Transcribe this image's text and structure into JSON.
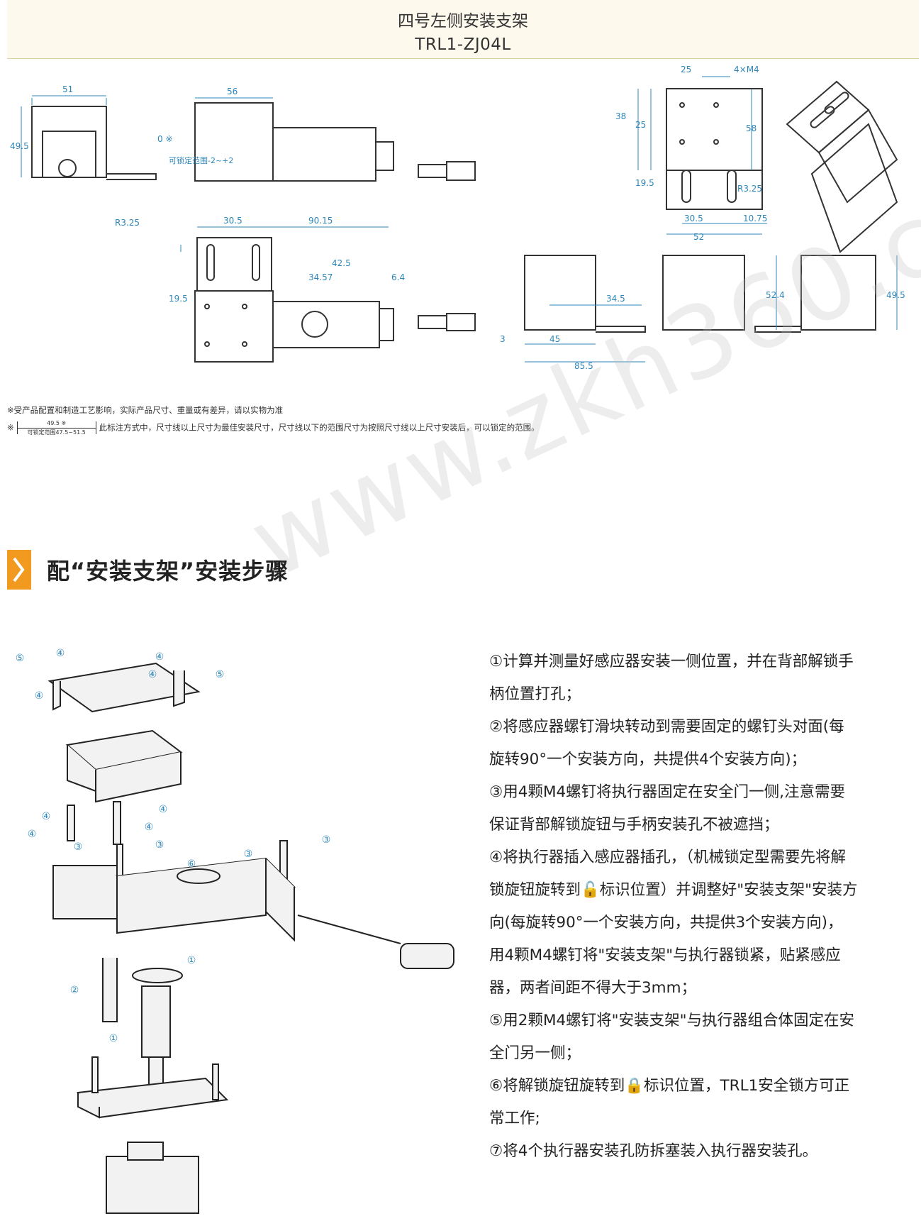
{
  "header": {
    "title": "四号左侧安装支架",
    "model": "TRL1-ZJ04L"
  },
  "drawing_dims": {
    "d51": "51",
    "d56": "56",
    "d49_5a": "49.5",
    "d0": "0 ※",
    "range": "可锁定范围-2~+2",
    "r325a": "R3.25",
    "d30_5a": "30.5",
    "d90_15": "90.15",
    "d34_57": "34.57",
    "d42_5": "42.5",
    "d6_4": "6.4",
    "d19_5a": "19.5",
    "d25a": "25",
    "m4": "4×M4",
    "d38": "38",
    "d25b": "25",
    "d58": "58",
    "d19_5b": "19.5",
    "r325b": "R3.25",
    "d30_5b": "30.5",
    "d10_75": "10.75",
    "d52": "52",
    "d34_5": "34.5",
    "d3": "3",
    "d45": "45",
    "d85_5": "85.5",
    "d52_4": "52.4",
    "d49_5b": "49.5"
  },
  "notes": {
    "note1": "※受产品配置和制造工艺影响，实际产品尺寸、重量或有差异，请以实物为准",
    "note2_prefix": "※",
    "mini_top": "49.5 ※",
    "mini_bottom": "可锁定范围47.5~51.5",
    "note2_text": "此标注方式中，尺寸线以上尺寸为最佳安装尺寸，尺寸线以下的范围尺寸为按照尺寸线以上尺寸安装后，可以锁定的范围。"
  },
  "section": {
    "title": "配“安装支架”安装步骤"
  },
  "watermark": "www.zkh360.com",
  "callouts": [
    "①",
    "②",
    "③",
    "④",
    "⑤",
    "⑥"
  ],
  "steps": [
    "①计算并测量好感应器安装一侧位置，并在背部解锁手柄位置打孔；",
    "②将感应器螺钉滑块转动到需要固定的螺钉头对面(每旋转90°一个安装方向，共提供4个安装方向)；",
    "③用4颗M4螺钉将执行器固定在安全门一侧,注意需要保证背部解锁旋钮与手柄安装孔不被遮挡；",
    "④将执行器插入感应器插孔，（机械锁定型需要先将解锁旋钮旋转到🔓标识位置）并调整好\"安装支架\"安装方向(每旋转90°一个安装方向，共提供3个安装方向)，用4颗M4螺钉将\"安装支架\"与执行器锁紧，贴紧感应器，两者间距不得大于3mm；",
    "⑤用2颗M4螺钉将\"安装支架\"与执行器组合体固定在安全门另一侧；",
    "⑥将解锁旋钮旋转到🔒标识位置，TRL1安全锁方可正常工作;",
    "⑦将4个执行器安装孔防拆塞装入执行器安装孔。"
  ]
}
